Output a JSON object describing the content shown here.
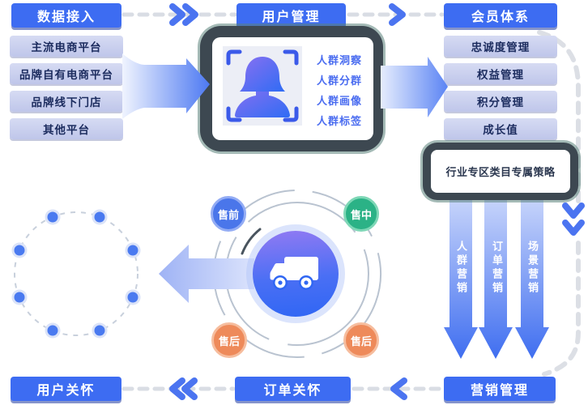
{
  "headers": {
    "data_access": "数据接入",
    "user_management": "用户管理",
    "member_system": "会员体系",
    "user_care": "用户关怀",
    "order_care": "订单关怀",
    "marketing_management": "营销管理"
  },
  "data_sources": {
    "items": [
      "主流电商平台",
      "品牌自有电商平台",
      "品牌线下门店",
      "其他平台"
    ]
  },
  "user_management_card": {
    "labels": [
      "人群洞察",
      "人群分群",
      "人群画像",
      "人群标签"
    ]
  },
  "member_system": {
    "items": [
      "忠诚度管理",
      "权益管理",
      "积分管理",
      "成长值"
    ]
  },
  "strategy_box": {
    "label": "行业专区类目专属策略"
  },
  "marketing_arrows": {
    "items": [
      "人群营销",
      "订单营销",
      "场景营销"
    ]
  },
  "order_stages": {
    "presale": "售前",
    "midsale": "售中",
    "aftersale": "售后"
  },
  "colors": {
    "header_blue": "#3d6cf2",
    "list_lavender": "#c5cced",
    "list_text_navy": "#1b2b5e",
    "accent_blue": "#4a74f0",
    "label_blue": "#4a6cf0",
    "dark_panel": "#3d4851",
    "teal_edge": "#53756f",
    "badge_green": "#2bb286",
    "badge_orange": "#ee8a5a",
    "truck_gradient_top": "#8b79f3",
    "truck_gradient_bottom": "#2f66f4",
    "dash_gray": "#d9dde4"
  }
}
